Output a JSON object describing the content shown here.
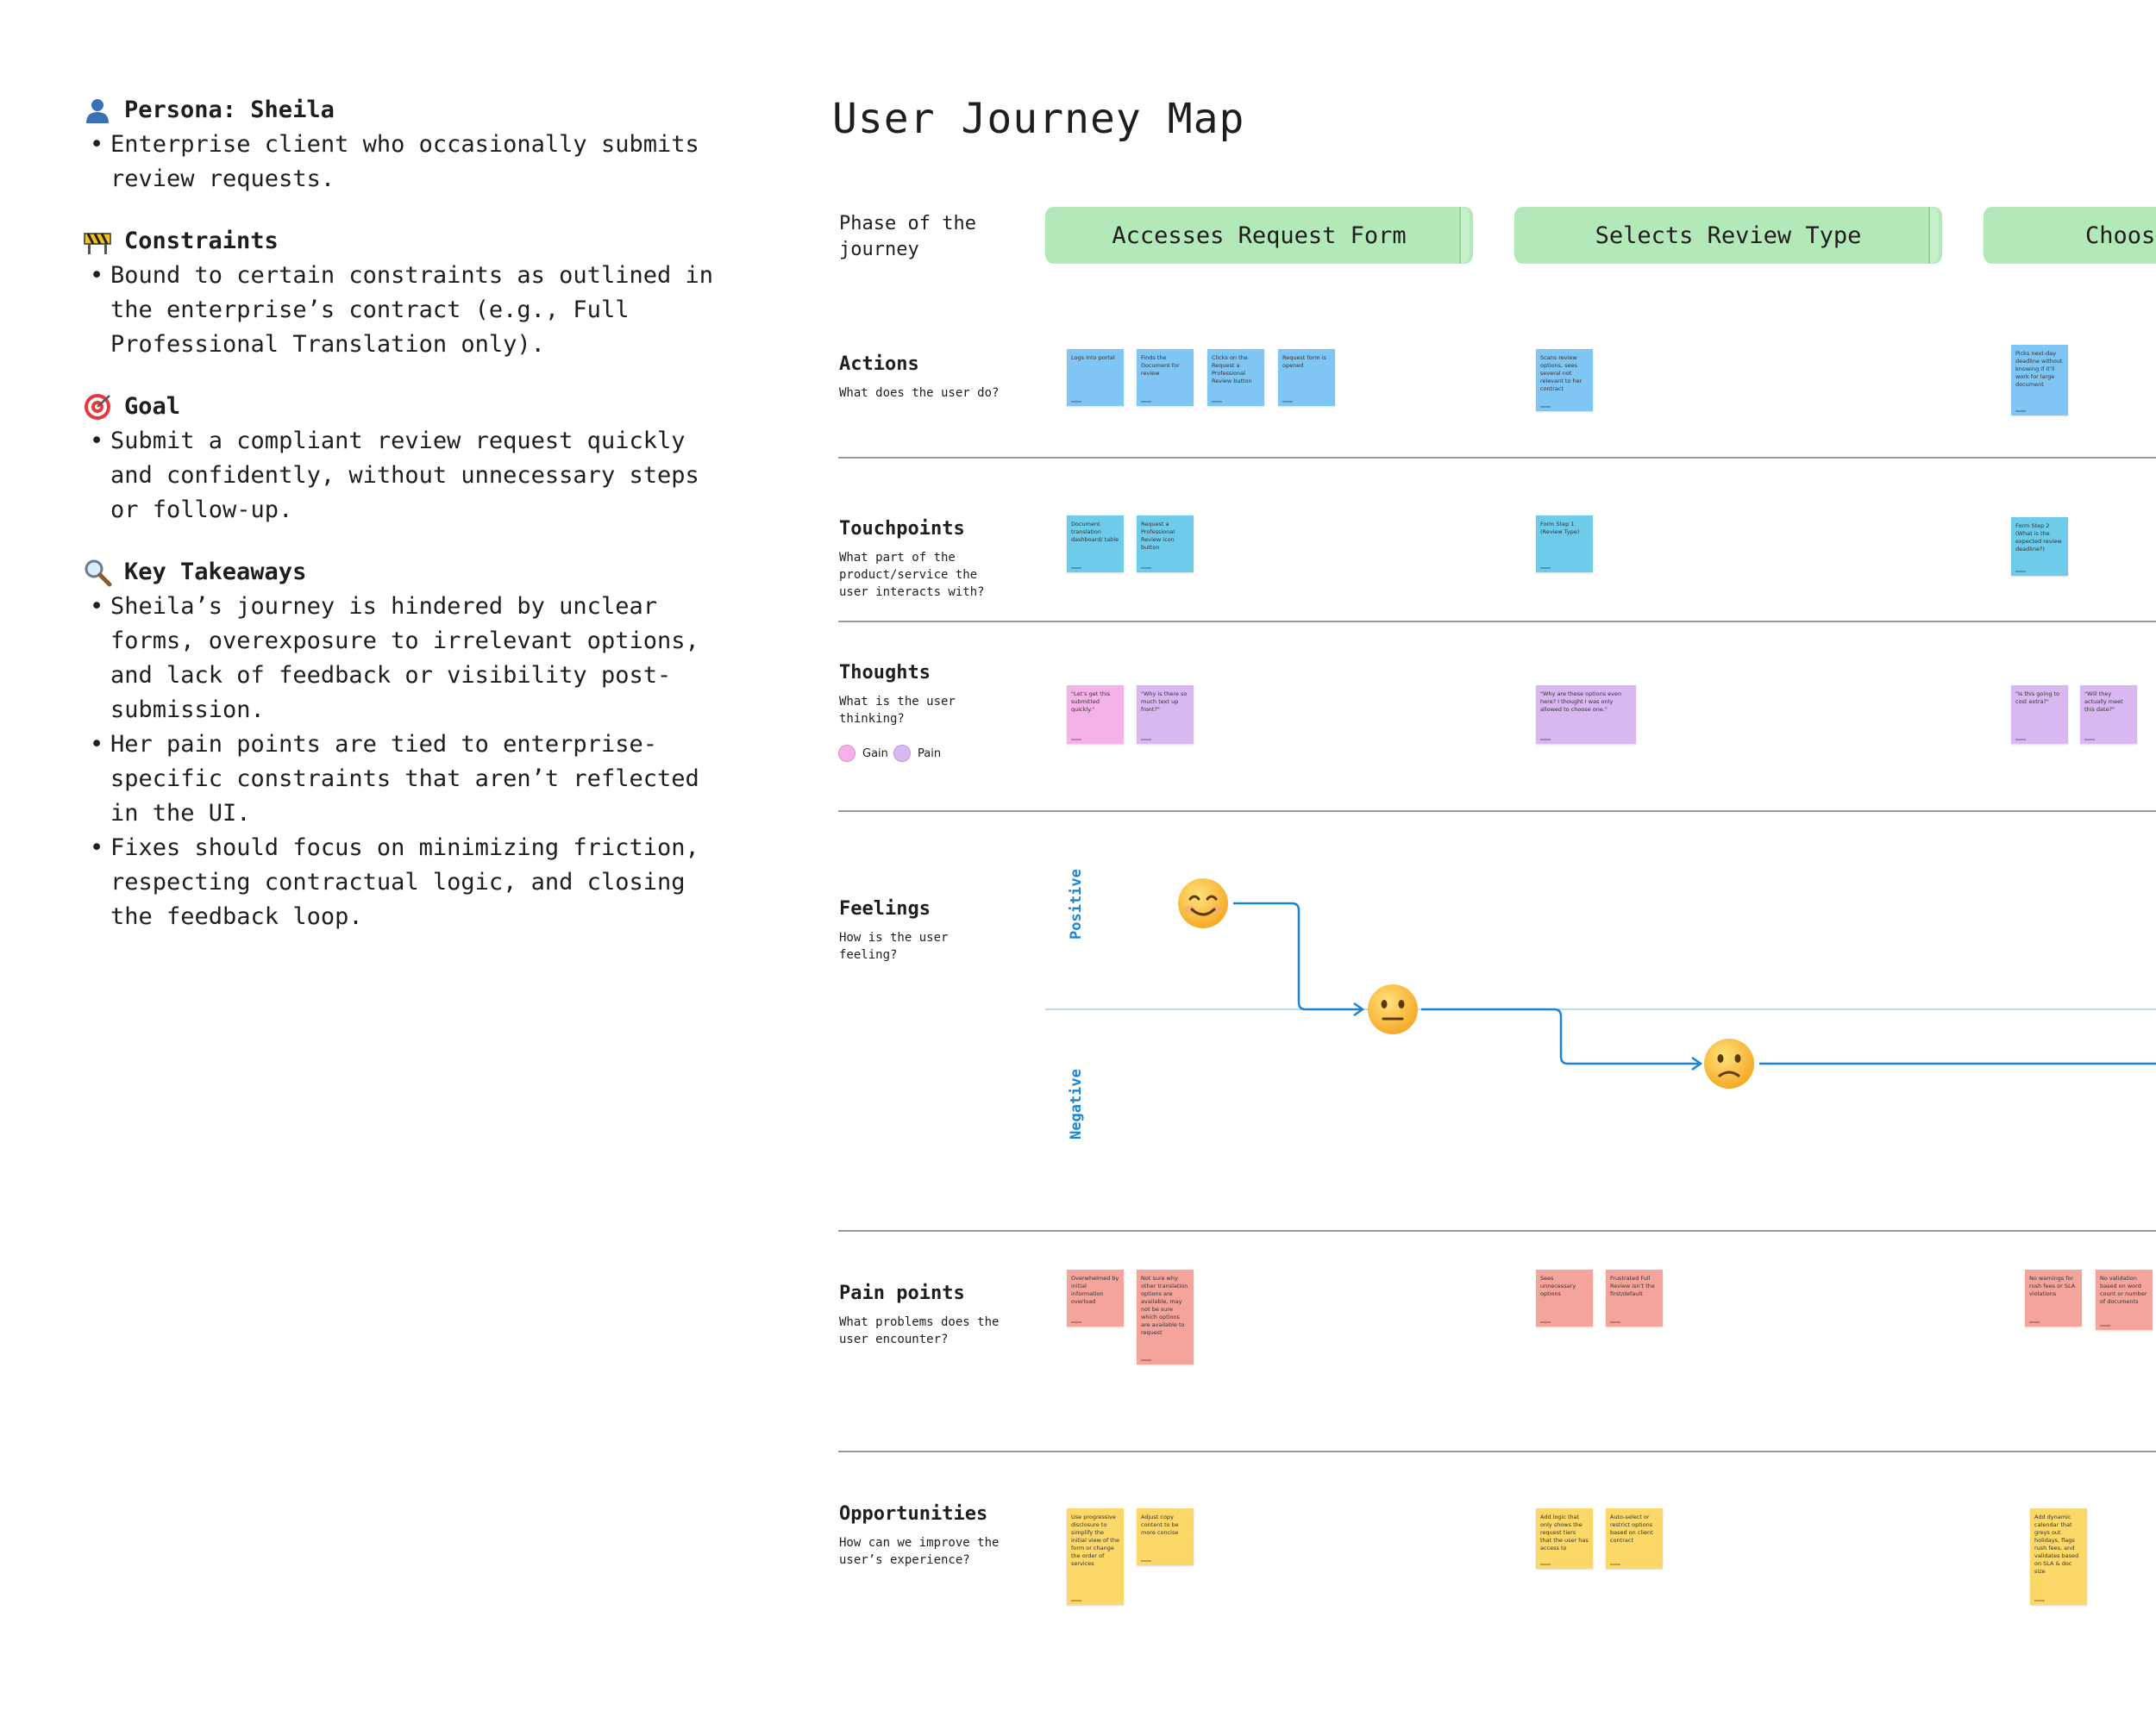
{
  "left_panel": {
    "persona": {
      "heading": "Persona: Sheila",
      "icon": "person-icon",
      "bullets": [
        "Enterprise client who occasionally submits review requests."
      ]
    },
    "constraints": {
      "heading": "Constraints",
      "icon": "construction-barrier-icon",
      "bullets": [
        "Bound to certain constraints as outlined in the enterprise’s contract (e.g., Full Professional Translation only)."
      ]
    },
    "goal": {
      "heading": "Goal",
      "icon": "target-icon",
      "bullets": [
        "Submit a compliant review request quickly and confidently, without unnecessary steps or follow-up."
      ]
    },
    "takeaways": {
      "heading": "Key Takeaways",
      "icon": "magnifier-icon",
      "bullets": [
        "Sheila’s journey is hindered by unclear forms, overexposure to irrelevant options, and lack of feedback or visibility post-submission.",
        "Her pain points are tied to enterprise-specific constraints that aren’t reflected in the UI.",
        "Fixes should focus on minimizing friction, respecting contractual logic, and closing the feedback loop."
      ]
    }
  },
  "map": {
    "title": "User Journey Map",
    "rows": {
      "phase": {
        "title": "Phase of the journey"
      },
      "actions": {
        "title": "Actions",
        "subtitle": "What does the user do?"
      },
      "touchpoints": {
        "title": "Touchpoints",
        "subtitle": "What part of the product/service the user interacts with?"
      },
      "thoughts": {
        "title": "Thoughts",
        "subtitle": "What is the user thinking?"
      },
      "feelings": {
        "title": "Feelings",
        "subtitle": "How is the user feeling?"
      },
      "pain_points": {
        "title": "Pain points",
        "subtitle": "What problems does the user encounter?"
      },
      "opportunities": {
        "title": "Opportunities",
        "subtitle": "How can we improve the user’s experience?"
      }
    },
    "legend": {
      "gain": "Gain",
      "pain": "Pain",
      "gain_color": "#f5b2e8",
      "pain_color": "#d9b8f2"
    },
    "phases": [
      "Accesses Request Form",
      "Selects Review Type",
      "Choos"
    ],
    "feelings_axis": {
      "positive": "Positive",
      "negative": "Negative",
      "line_color": "#1a85d6"
    },
    "feelings_points": [
      "smiling-face-icon",
      "neutral-face-icon",
      "confused-face-icon"
    ],
    "notes": {
      "actions": [
        "Logs into portal",
        "Finds the Document for review",
        "Clicks on the Request a Professional Review button",
        "Request form is opened",
        "Scans review options, sees several not relevant to her contract",
        "Picks next-day deadline without knowing if it’ll work for large document"
      ],
      "touchpoints": [
        "Document translation dashboard/ table",
        "Request a Professional Review icon button",
        "Form Step 1 (Review Type)",
        "Form Step 2 (What is the expected review deadline?)"
      ],
      "thoughts": [
        "\"Let’s get this submitted quickly.\"",
        "\"Why is there so much text up front?\"",
        "\"Why are these options even here? I thought I was only allowed to choose one.\"",
        "\"Is this going to cost extra?\"",
        "\"Will they actually meet this date?\""
      ],
      "pain_points": [
        "Overwhelmed by initial information overload",
        "Not sure why other translation options are available, may not be sure which options are available to request",
        "Sees unnecessary options",
        "Frustrated Full Review isn’t the first/default",
        "No warnings for rush fees or SLA violations",
        "No validation based on word count or number of documents"
      ],
      "opportunities": [
        "Use progressive disclosure to simplify the initial view of the form or change the order of services",
        "Adjust copy content to be more concise",
        "Add logic that only shows the request tiers that the user has access to",
        "Auto-select or restrict options based on client contract",
        "Add dynamic calendar that greys out holidays, flags rush fees, and validates based on SLA & doc size"
      ]
    }
  }
}
